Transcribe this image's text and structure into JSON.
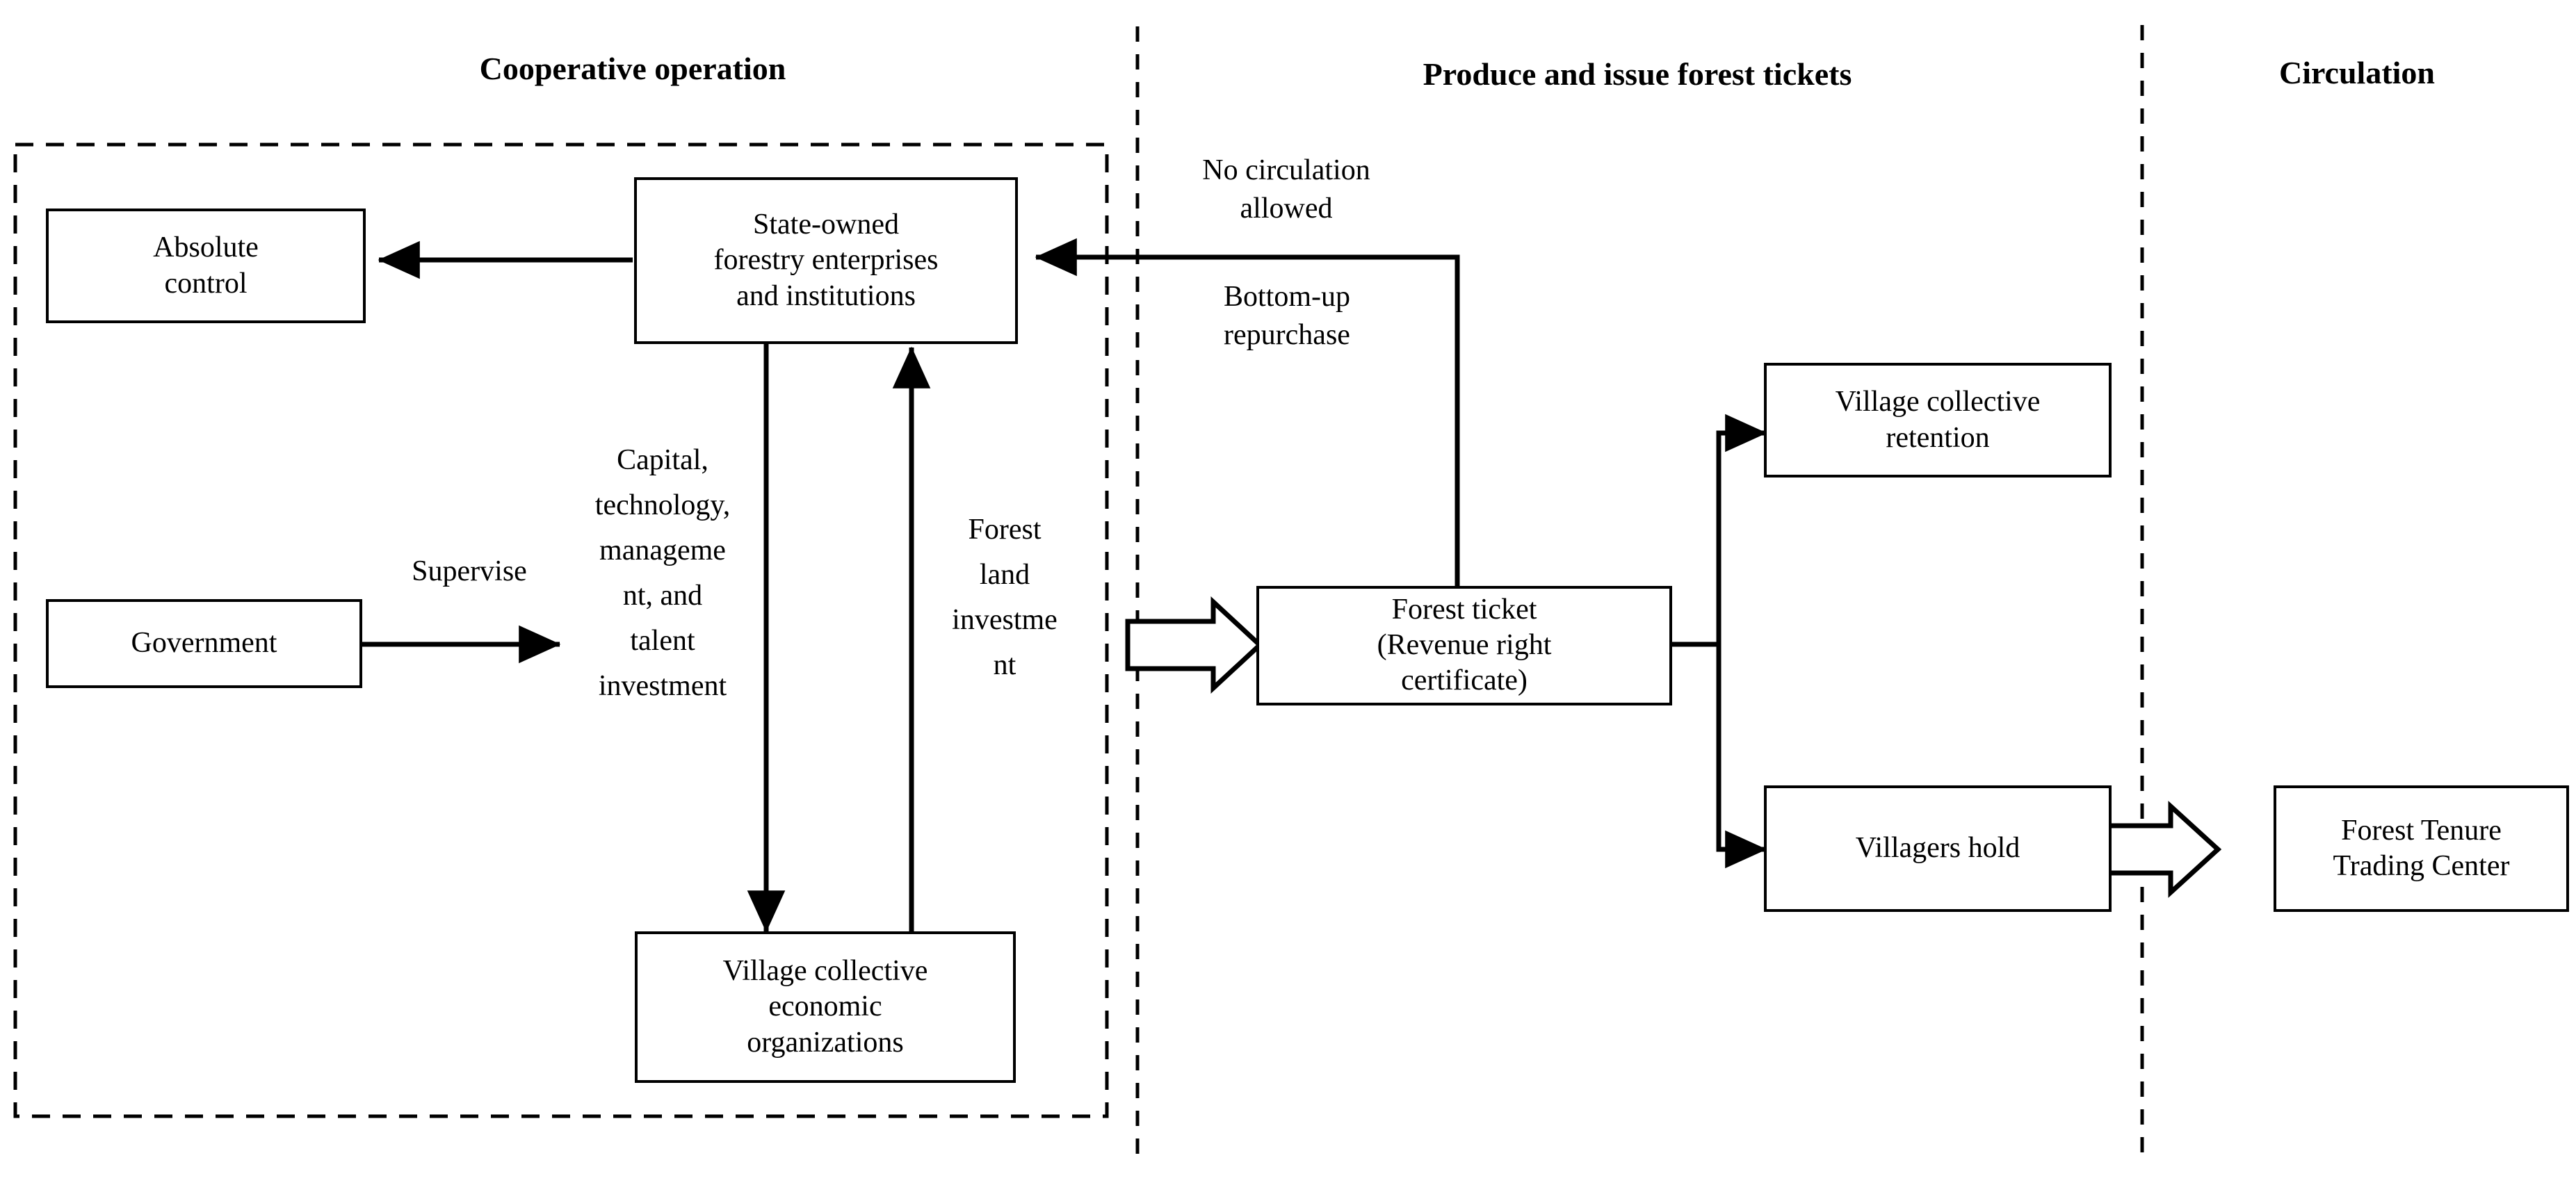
{
  "figure": {
    "title": "Forest ticket system flow diagram",
    "stroke_color": "#000000",
    "background_color": "#ffffff"
  },
  "columns": [
    {
      "id": "cooperative-operation",
      "label": "Cooperative operation"
    },
    {
      "id": "produce-and-issue-forest-tickets",
      "label": "Produce and issue forest tickets"
    },
    {
      "id": "circulation",
      "label": "Circulation"
    }
  ],
  "nodes": [
    {
      "id": "absolute-control",
      "label": "Absolute\ncontrol"
    },
    {
      "id": "state-owned-forestry",
      "label": "State-owned\nforestry enterprises\nand institutions"
    },
    {
      "id": "government",
      "label": "Government"
    },
    {
      "id": "village-collective-economic-organizations",
      "label": "Village collective\neconomic\norganizations"
    },
    {
      "id": "forest-ticket",
      "label": "Forest ticket\n(Revenue right\ncertificate)"
    },
    {
      "id": "village-collective-retention",
      "label": "Village collective\nretention"
    },
    {
      "id": "villagers-hold",
      "label": "Villagers hold"
    },
    {
      "id": "forest-tenure-trading-center",
      "label": "Forest Tenure\nTrading Center"
    }
  ],
  "edge_labels": [
    {
      "id": "no-circulation-allowed",
      "label": "No circulation\nallowed"
    },
    {
      "id": "bottom-up-repurchase",
      "label": "Bottom-up\nrepurchase"
    },
    {
      "id": "supervise",
      "label": "Supervise"
    },
    {
      "id": "capital-technology-management-talent-investment",
      "label": "Capital,\ntechnology,\nmanageme\nnt, and\ntalent\ninvestment"
    },
    {
      "id": "forest-land-investment",
      "label": "Forest\nland\ninvestme\nnt"
    }
  ],
  "edges": [
    {
      "id": "state-owned-to-absolute-control",
      "from": "state-owned-forestry",
      "to": "absolute-control",
      "type": "arrow"
    },
    {
      "id": "forest-ticket-to-state-owned",
      "from": "forest-ticket",
      "to": "state-owned-forestry",
      "type": "arrow",
      "label": "bottom-up-repurchase"
    },
    {
      "id": "government-to-state-owned-path",
      "from": "government",
      "to": "state-owned-forestry",
      "type": "arrow",
      "label": "supervise"
    },
    {
      "id": "state-owned-to-village-collective",
      "from": "state-owned-forestry",
      "to": "village-collective-economic-organizations",
      "type": "arrow",
      "label": "capital-technology-management-talent-investment"
    },
    {
      "id": "village-collective-to-state-owned",
      "from": "village-collective-economic-organizations",
      "to": "state-owned-forestry",
      "type": "arrow",
      "label": "forest-land-investment"
    },
    {
      "id": "cooperative-to-forest-ticket",
      "from": "cooperative-operation",
      "to": "forest-ticket",
      "type": "block-arrow"
    },
    {
      "id": "forest-ticket-to-village-retention",
      "from": "forest-ticket",
      "to": "village-collective-retention",
      "type": "arrow"
    },
    {
      "id": "forest-ticket-to-villagers-hold",
      "from": "forest-ticket",
      "to": "villagers-hold",
      "type": "arrow"
    },
    {
      "id": "villagers-hold-to-trading-center",
      "from": "villagers-hold",
      "to": "forest-tenure-trading-center",
      "type": "block-arrow"
    }
  ]
}
